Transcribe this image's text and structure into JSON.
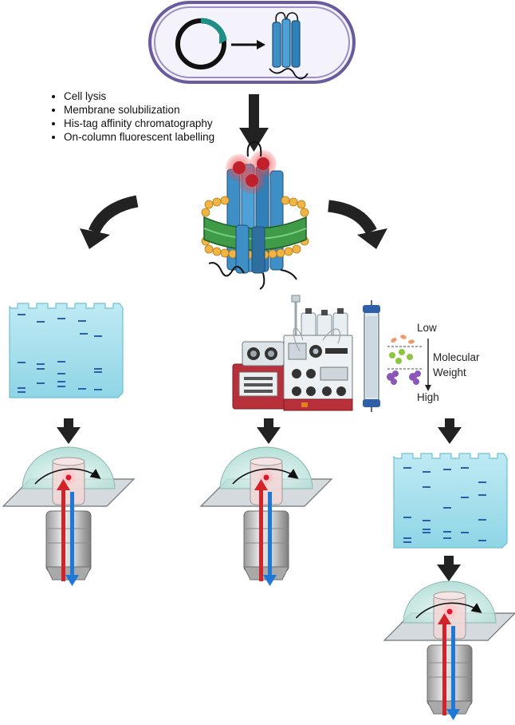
{
  "steps": [
    "Cell lysis",
    "Membrane solubilization",
    "His-tag affinity chromatography",
    "On-column fluorescent labelling"
  ],
  "sec_labels": {
    "low": "Low",
    "molecular": "Molecular",
    "weight": "Weight",
    "high": "High"
  },
  "colors": {
    "cell_outline": "#6a5a9e",
    "plasmid_insert": "#1f8f86",
    "protein_blue": "#3d8fc6",
    "gel": "#a3e0ec",
    "gel_band": "#2d5fa8",
    "laser_red": "#d2232a",
    "emission_blue": "#1e78d6",
    "arrow": "#222222",
    "instrument_red": "#b8303a"
  }
}
